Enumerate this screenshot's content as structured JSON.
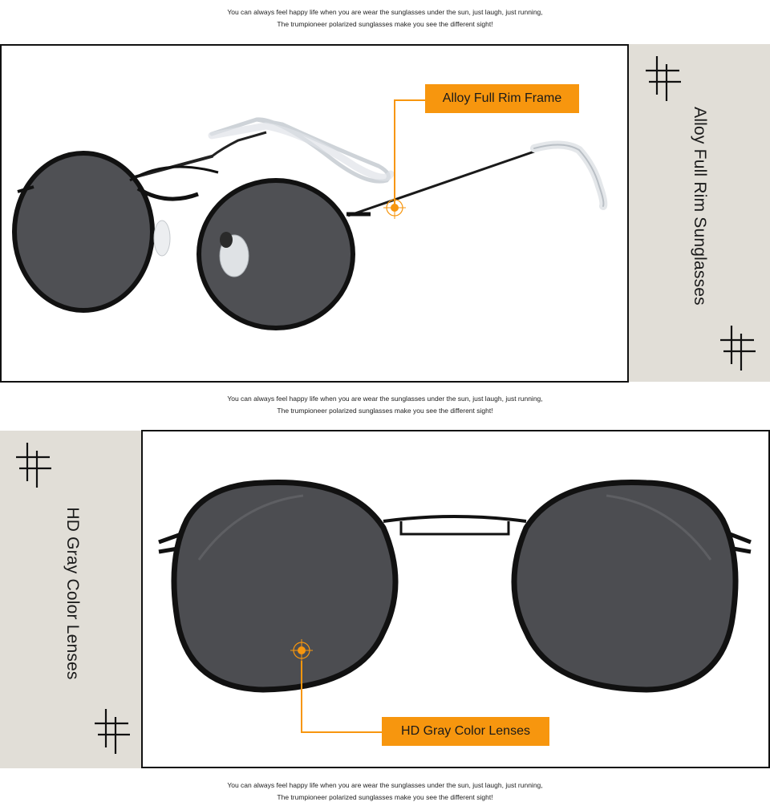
{
  "tagline": {
    "line1": "You can always feel happy life when you are wear the sunglasses under the sun, just laugh, just running,",
    "line2": "The trumpioneer polarized sunglasses make you see the different sight!"
  },
  "section1": {
    "side_title": "Alloy Full Rim Sunglasses",
    "callout": "Alloy Full Rim Frame"
  },
  "section2": {
    "side_title": "HD Gray Color Lenses",
    "callout": "HD Gray Color Lenses"
  },
  "colors": {
    "accent": "#f7960e",
    "panel": "#e1ded7",
    "frame_border": "#111111",
    "lens": "#4d4e52"
  },
  "icons": {
    "hash": "hash-icon",
    "target": "target-icon"
  }
}
